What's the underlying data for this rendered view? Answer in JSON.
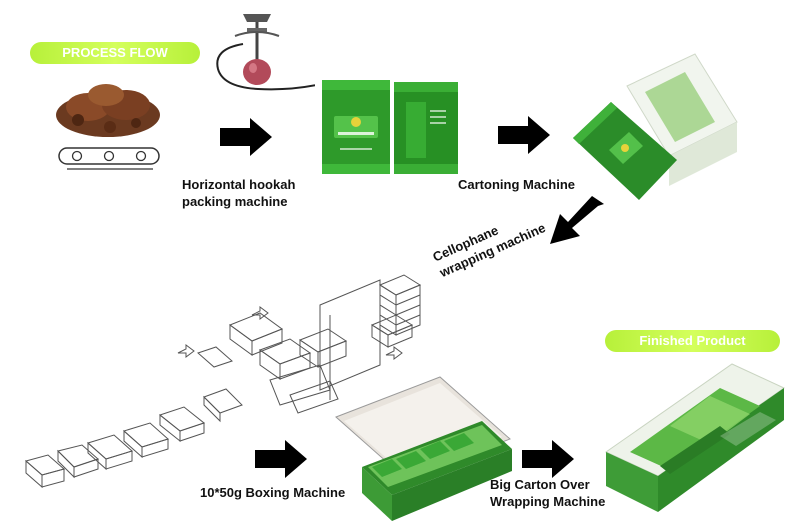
{
  "tags": {
    "process_flow": "PROCESS FLOW",
    "finished_product": "Finished Product"
  },
  "steps": {
    "horizontal_line1": "Horizontal hookah",
    "horizontal_line2": "packing machine",
    "cartoning": "Cartoning Machine",
    "cellophane_line1": "Cellophane",
    "cellophane_line2": "wrapping machine",
    "boxing": "10*50g Boxing Machine",
    "bigcarton_line1": "Big Carton Over",
    "bigcarton_line2": "Wrapping Machine"
  },
  "colors": {
    "accent_green": "#c6f54a",
    "pack_green": "#2e9a2a",
    "arrow": "#000000"
  }
}
